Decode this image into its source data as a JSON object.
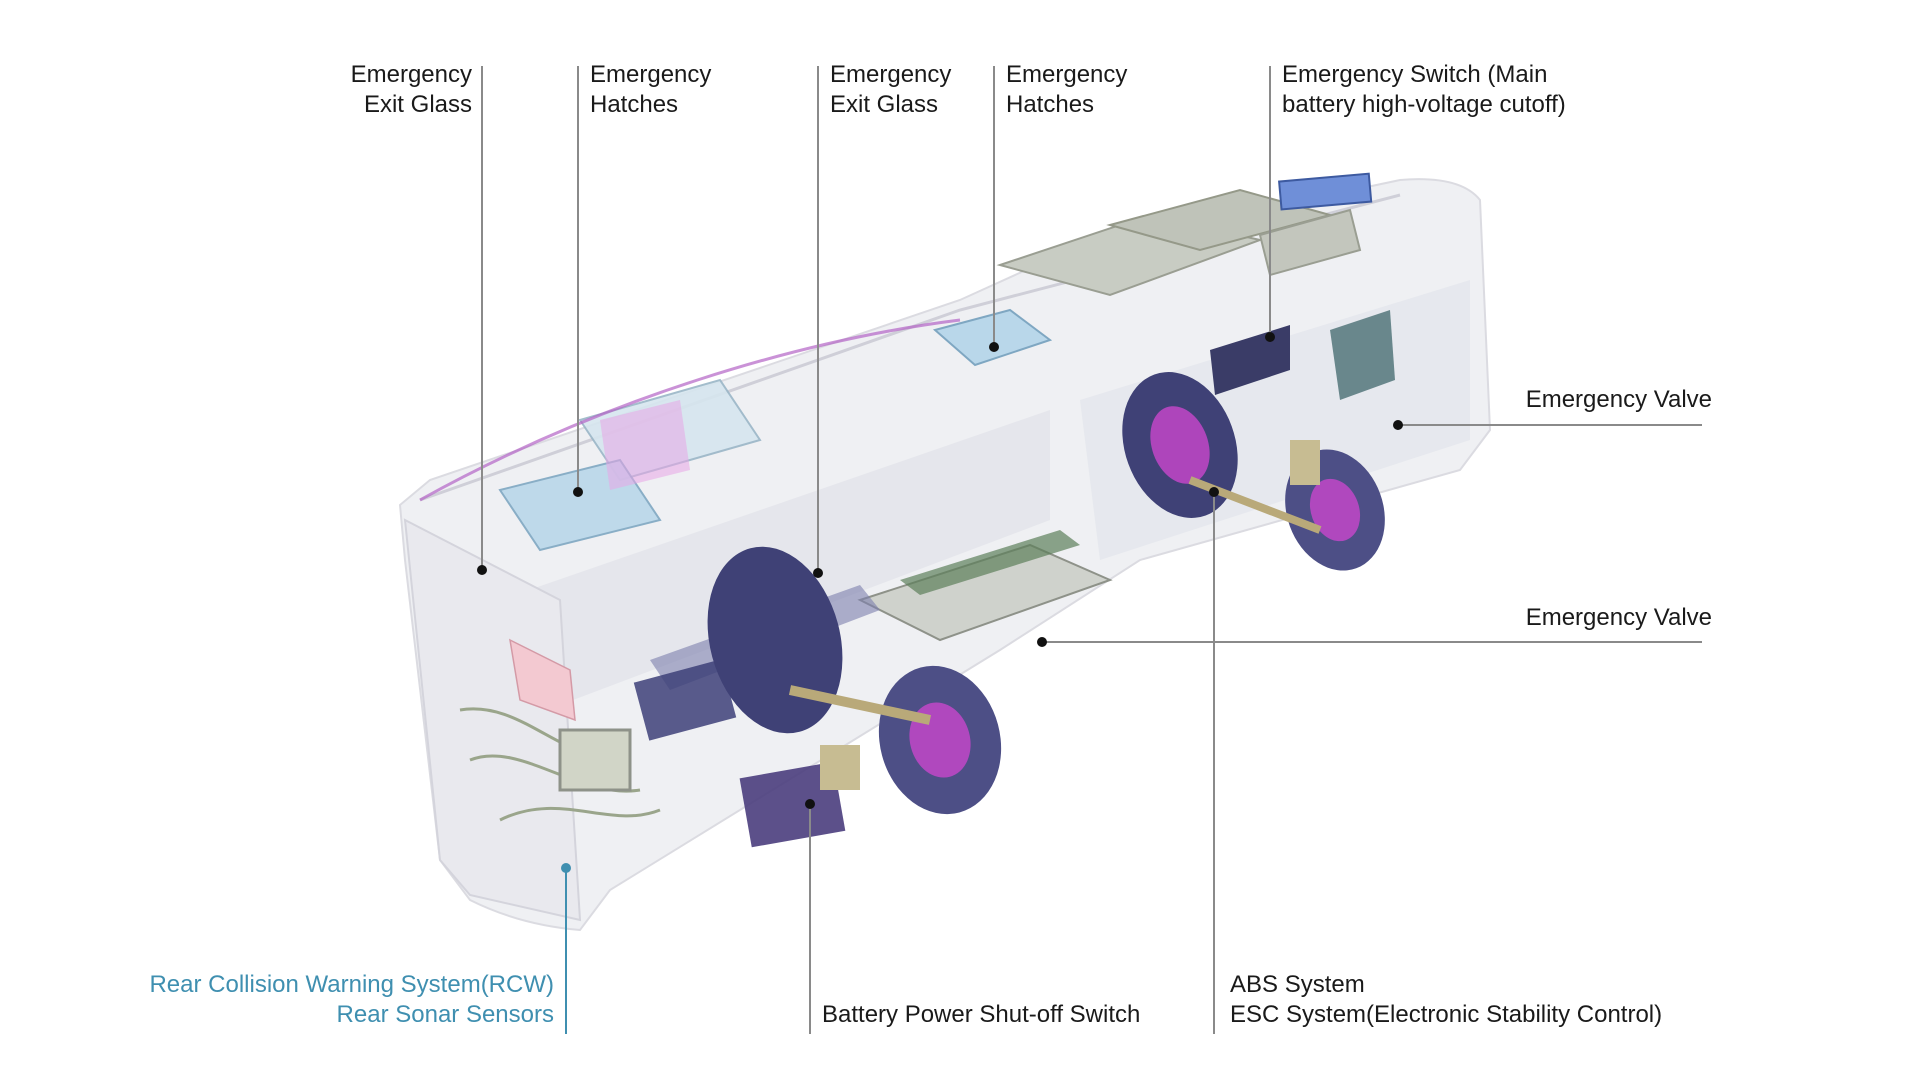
{
  "colors": {
    "text": "#1a1a1a",
    "accent": "#3f8fb0",
    "leader": "#8a8a8a",
    "body_shell": "#eeeff3",
    "battery": "#c8ccc3",
    "wheel": "#4d4f86",
    "rim": "#c247c8",
    "hatch": "#b9d7ea",
    "pink_part": "#e7a6e6"
  },
  "labels": {
    "exit_glass_rear": {
      "line1": "Emergency",
      "line2": "Exit Glass"
    },
    "hatches_rear": {
      "line1": "Emergency",
      "line2": "Hatches"
    },
    "exit_glass_mid": {
      "line1": "Emergency",
      "line2": "Exit Glass"
    },
    "hatches_front": {
      "line1": "Emergency",
      "line2": "Hatches"
    },
    "emergency_switch": {
      "line1": "Emergency Switch (Main",
      "line2": "battery high-voltage cutoff)"
    },
    "valve_upper": {
      "line1": "Emergency Valve"
    },
    "valve_lower": {
      "line1": "Emergency Valve"
    },
    "rcw": {
      "line1": "Rear Collision Warning System(RCW)",
      "line2": "Rear Sonar Sensors"
    },
    "battery_switch": {
      "line1": "Battery Power Shut-off Switch"
    },
    "abs_esc": {
      "line1": "ABS System",
      "line2": "ESC System(Electronic Stability Control)"
    }
  }
}
